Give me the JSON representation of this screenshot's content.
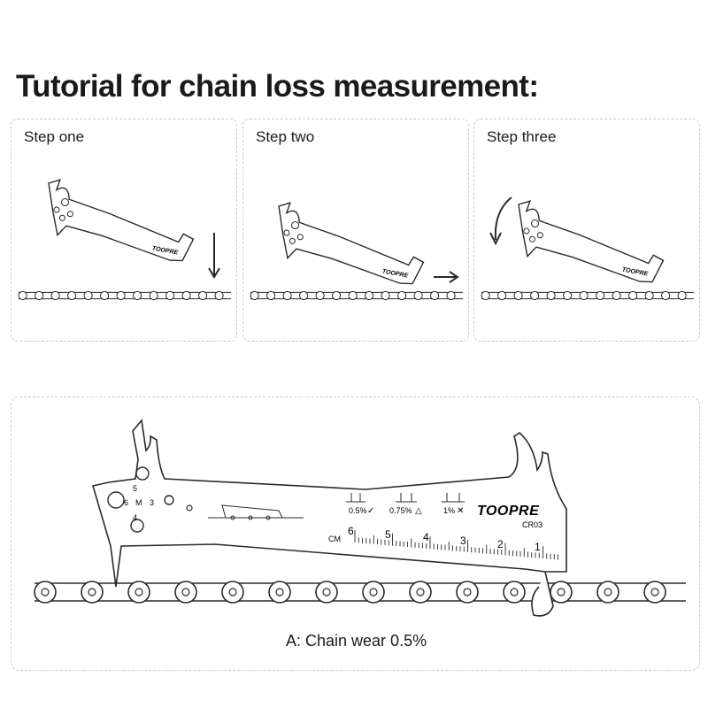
{
  "title": "Tutorial for chain loss measurement:",
  "steps": [
    {
      "label": "Step one"
    },
    {
      "label": "Step two"
    },
    {
      "label": "Step three"
    }
  ],
  "tool": {
    "brand": "TOOPRE",
    "model": "CR03",
    "hole_labels": [
      "5",
      "6",
      "M",
      "3",
      "4"
    ],
    "wear_markers": [
      "0.5%",
      "0.75%",
      "1%"
    ],
    "ruler_unit": "CM",
    "ruler_numbers": [
      "6",
      "5",
      "4",
      "3",
      "2",
      "1"
    ]
  },
  "caption": "A: Chain wear 0.5%",
  "colors": {
    "panel_border": "#b7cfd2",
    "line": "#2a2a2a"
  }
}
